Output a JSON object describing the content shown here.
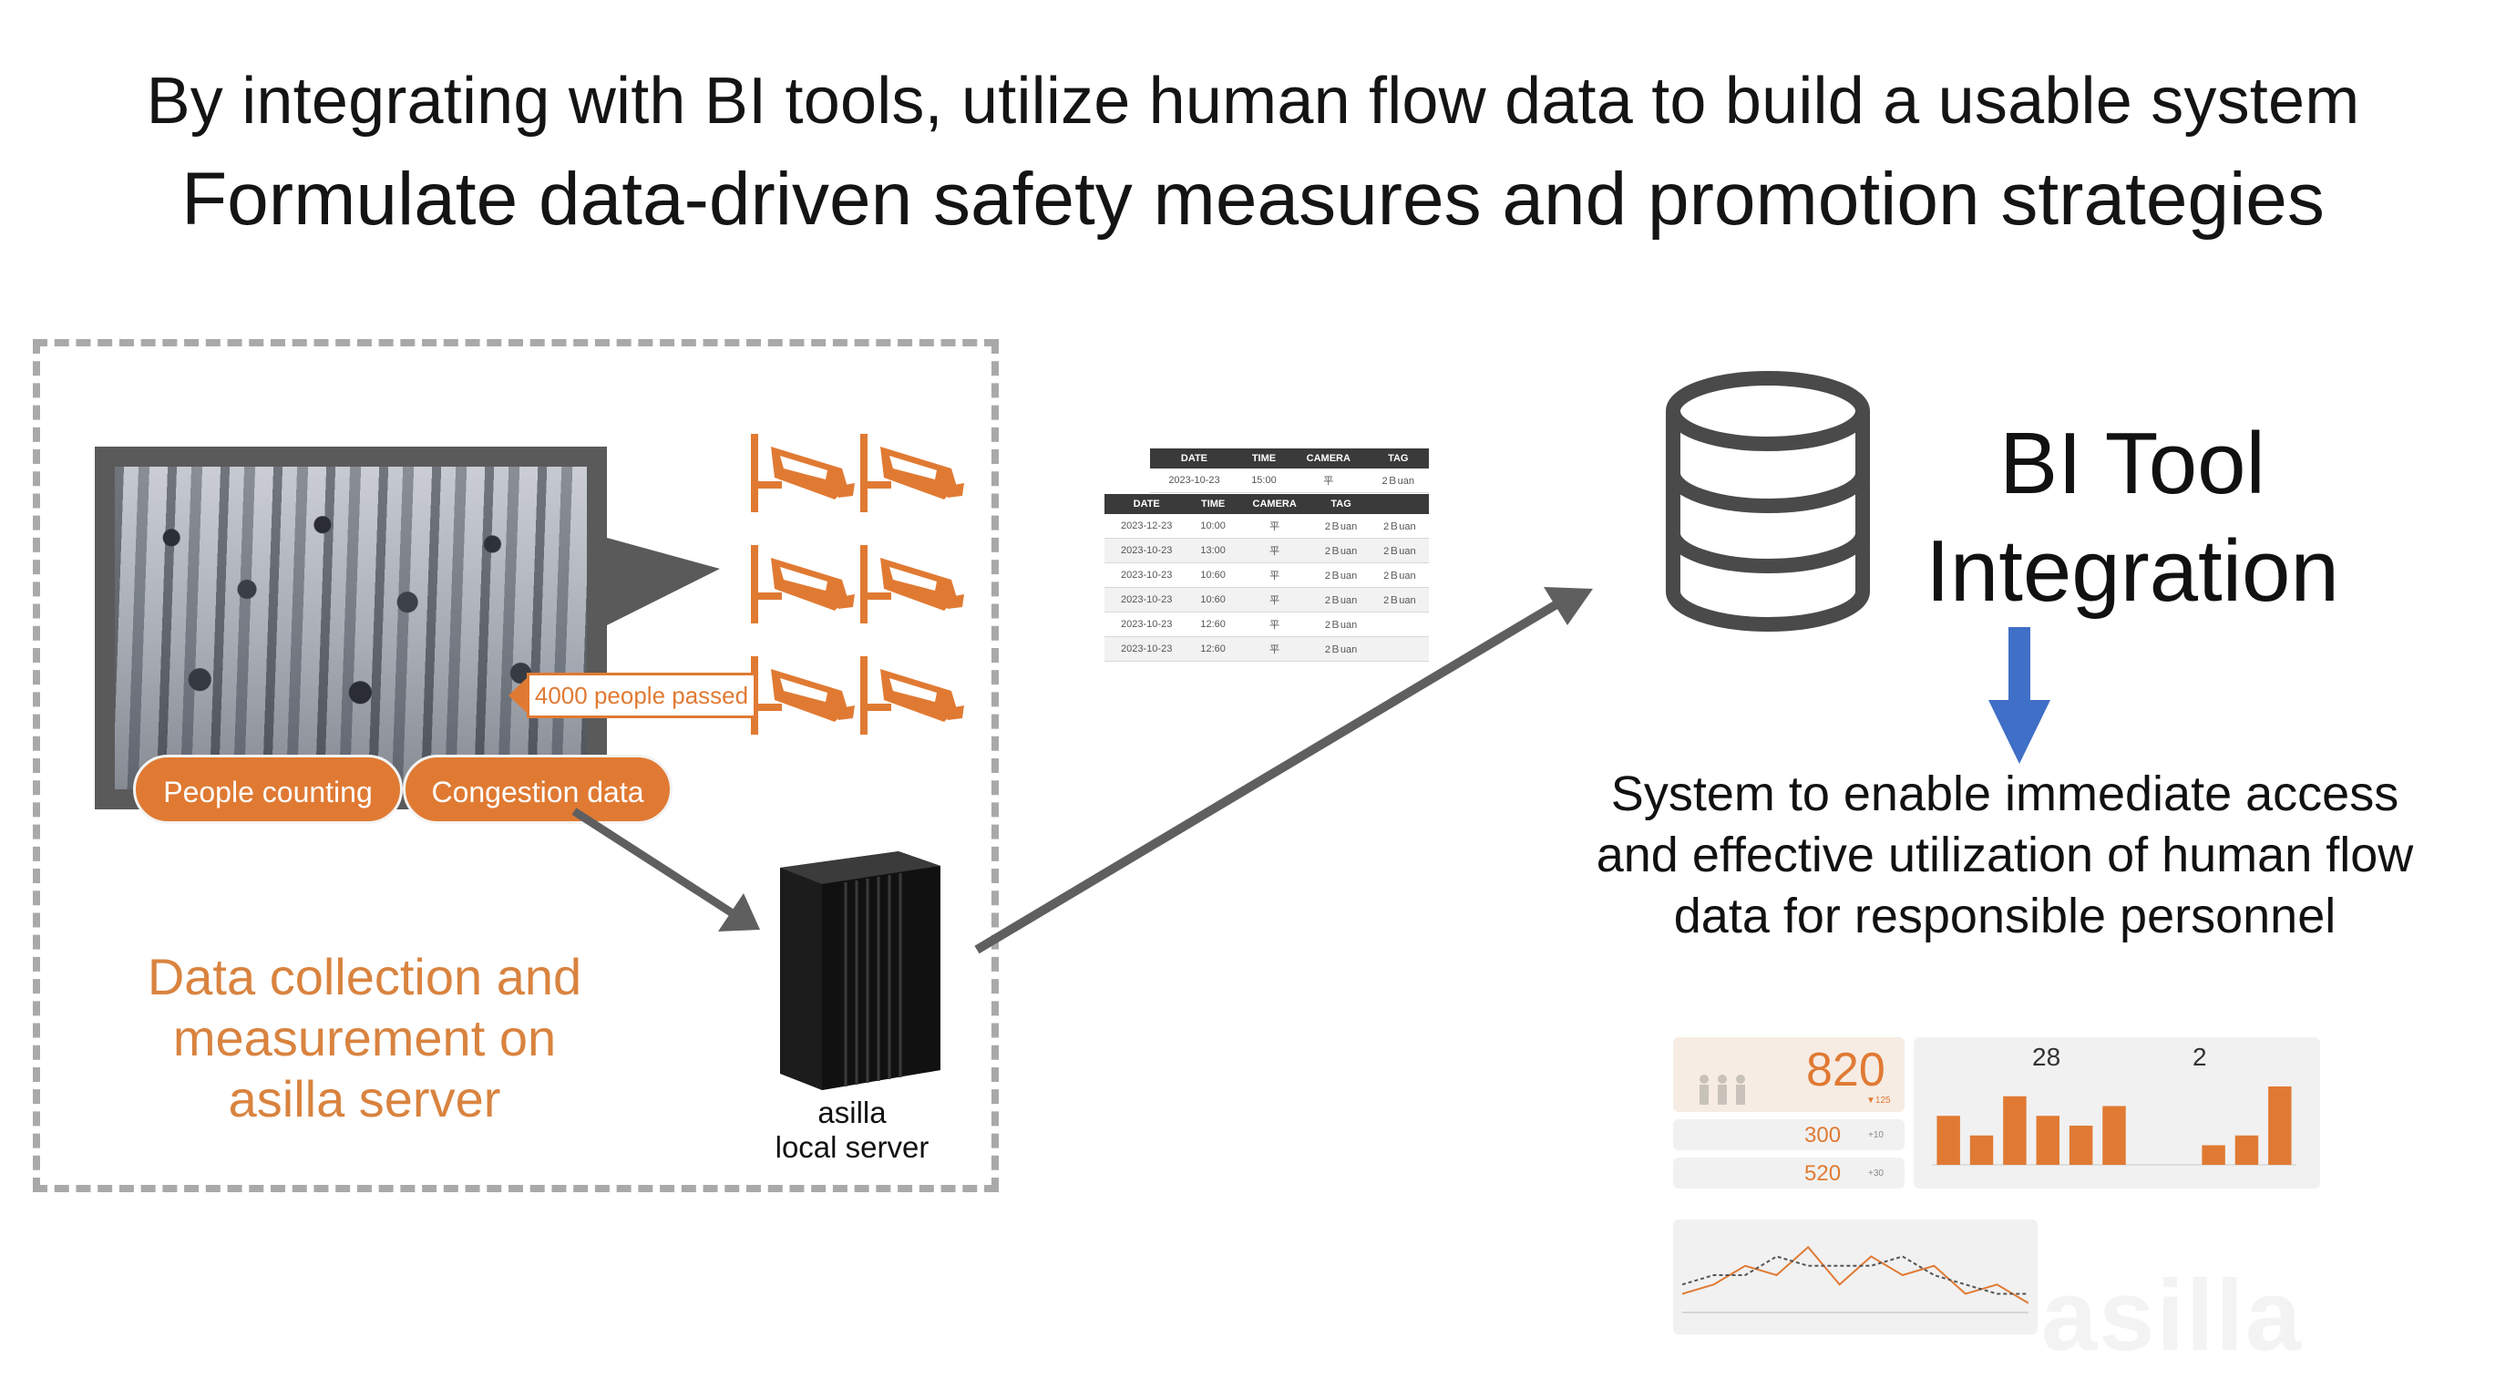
{
  "title": {
    "line1": "By integrating with BI tools, utilize human flow data to build a usable system",
    "line2": "Formulate data-driven safety measures and promotion strategies"
  },
  "collection": {
    "callout": "4000 people passed",
    "pill_people": "People counting",
    "pill_congestion": "Congestion data",
    "description": [
      "Data collection and",
      "measurement on",
      "asilla server"
    ],
    "server_label": [
      "asilla",
      "local server"
    ]
  },
  "table_back": {
    "headers": [
      "DATE",
      "TIME",
      "CAMERA",
      "TAG"
    ],
    "rows": [
      [
        "2023-10-23",
        "15:00",
        "平",
        "2Ｂuan"
      ]
    ]
  },
  "table_front": {
    "headers": [
      "DATE",
      "TIME",
      "CAMERA",
      "TAG",
      ""
    ],
    "rows": [
      [
        "2023-12-23",
        "10:00",
        "平",
        "2Ｂuan",
        "2Ｂuan"
      ],
      [
        "2023-10-23",
        "13:00",
        "平",
        "2Ｂuan",
        "2Ｂuan"
      ],
      [
        "2023-10-23",
        "10:60",
        "平",
        "2Ｂuan",
        "2Ｂuan"
      ],
      [
        "2023-10-23",
        "10:60",
        "平",
        "2Ｂuan",
        "2Ｂuan"
      ],
      [
        "2023-10-23",
        "12:60",
        "平",
        "2Ｂuan",
        ""
      ],
      [
        "2023-10-23",
        "12:60",
        "平",
        "2Ｂuan",
        ""
      ]
    ]
  },
  "bi": {
    "title_line1": "BI Tool",
    "title_line2": "Integration",
    "system_text": [
      "System to enable immediate access",
      "and effective utilization of human flow",
      "data for responsible personnel"
    ]
  },
  "dashboard": {
    "kpi_main": "820",
    "kpi_sub": "▼125",
    "kpi_a": "300",
    "kpi_a_delta": "+10",
    "kpi_b": "520",
    "kpi_b_delta": "+30",
    "stat1": "28",
    "stat2": "2",
    "bar_values": [
      5,
      3,
      7,
      5,
      4,
      6,
      0,
      0,
      2,
      3,
      8
    ],
    "line_series": [
      2,
      3,
      5,
      4,
      7,
      3,
      6,
      4,
      5,
      2,
      3,
      1
    ],
    "line_series_2": [
      3,
      4,
      4,
      6,
      5,
      5,
      5,
      6,
      4,
      3,
      2,
      2
    ]
  },
  "colors": {
    "accent": "#e07a33",
    "arrow_blue": "#3f6fc6",
    "dark": "#3a3a3a",
    "gray_arrow": "#5f5f5f"
  },
  "watermark": "asilla"
}
